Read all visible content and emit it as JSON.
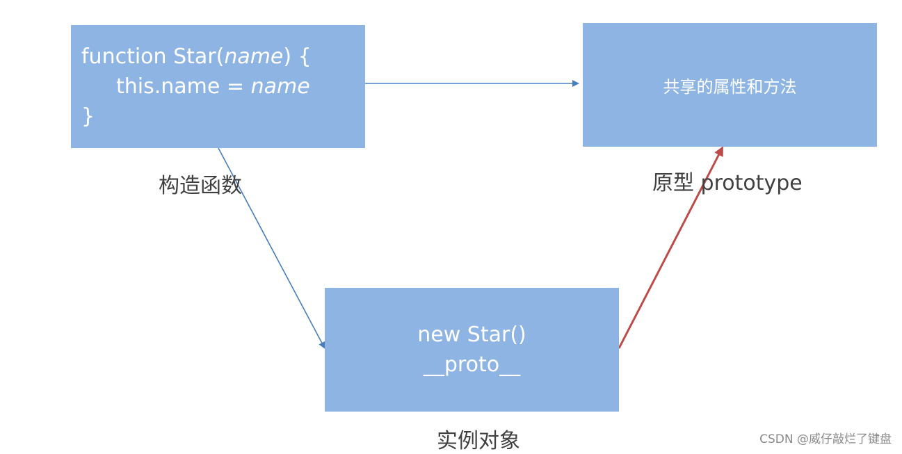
{
  "constructor_box": {
    "line1_prefix": "function Star(",
    "line1_param": "name",
    "line1_suffix": ") {",
    "line2_prefix": "this.name = ",
    "line2_value": "name",
    "line3": "}"
  },
  "prototype_box": {
    "text": "共享的属性和方法"
  },
  "instance_box": {
    "line1": "new Star()",
    "line2": "__proto__"
  },
  "labels": {
    "constructor": "构造函数",
    "prototype": "原型 prototype",
    "instance": "实例对象"
  },
  "watermark": "CSDN @威仔敲烂了键盘",
  "colors": {
    "box_fill": "#8eb4e3",
    "box_text": "#ffffff",
    "blue_arrow": "#4a7ebb",
    "red_arrow": "#be4b48",
    "label_text": "#404040"
  }
}
